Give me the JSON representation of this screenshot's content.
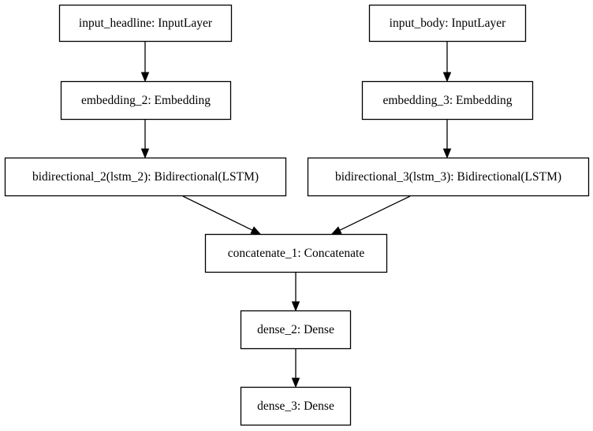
{
  "nodes": [
    {
      "id": "input_headline",
      "label": "input_headline: InputLayer"
    },
    {
      "id": "input_body",
      "label": "input_body: InputLayer"
    },
    {
      "id": "embedding_2",
      "label": "embedding_2: Embedding"
    },
    {
      "id": "embedding_3",
      "label": "embedding_3: Embedding"
    },
    {
      "id": "bidirectional_2",
      "label": "bidirectional_2(lstm_2): Bidirectional(LSTM)"
    },
    {
      "id": "bidirectional_3",
      "label": "bidirectional_3(lstm_3): Bidirectional(LSTM)"
    },
    {
      "id": "concatenate_1",
      "label": "concatenate_1: Concatenate"
    },
    {
      "id": "dense_2",
      "label": "dense_2: Dense"
    },
    {
      "id": "dense_3",
      "label": "dense_3: Dense"
    }
  ],
  "edges": [
    {
      "from": "input_headline",
      "to": "embedding_2"
    },
    {
      "from": "input_body",
      "to": "embedding_3"
    },
    {
      "from": "embedding_2",
      "to": "bidirectional_2"
    },
    {
      "from": "embedding_3",
      "to": "bidirectional_3"
    },
    {
      "from": "bidirectional_2",
      "to": "concatenate_1"
    },
    {
      "from": "bidirectional_3",
      "to": "concatenate_1"
    },
    {
      "from": "concatenate_1",
      "to": "dense_2"
    },
    {
      "from": "dense_2",
      "to": "dense_3"
    }
  ]
}
